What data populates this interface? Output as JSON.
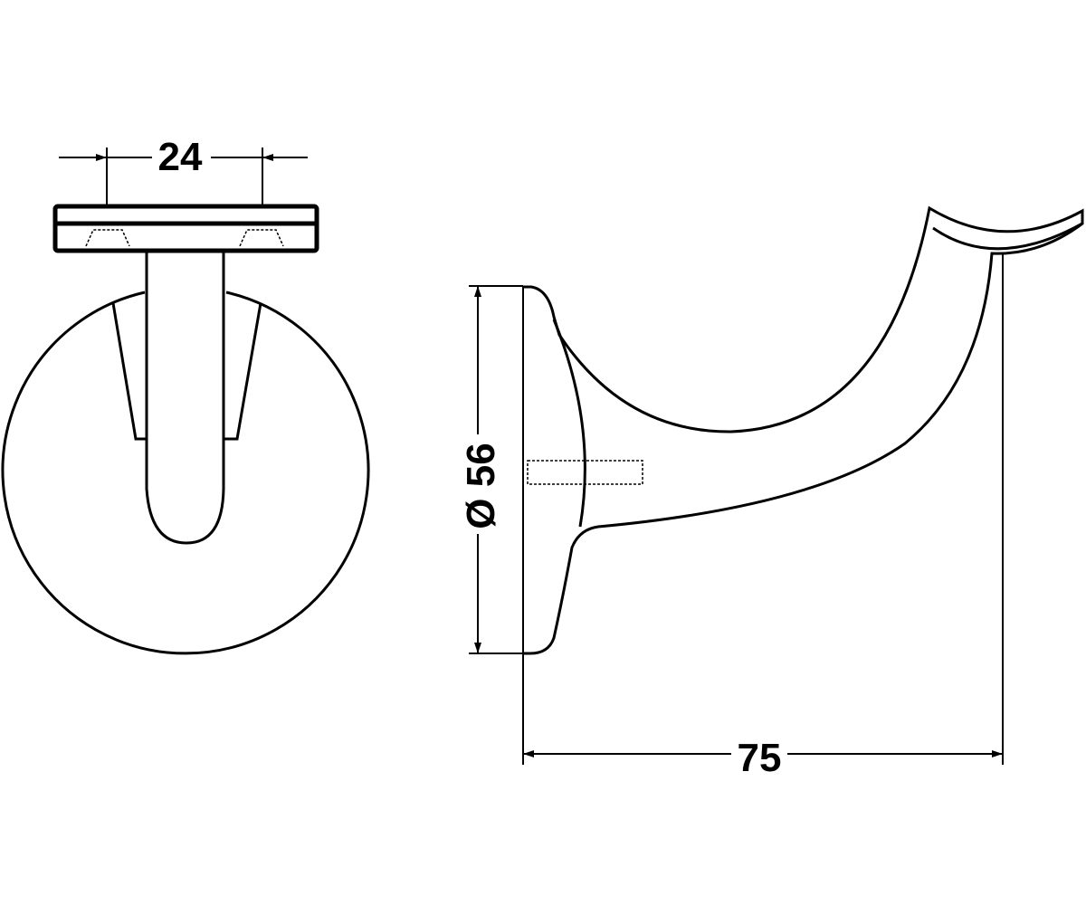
{
  "drawing": {
    "front_view": {
      "dimension_width": "24"
    },
    "side_view": {
      "dimension_diameter": "Ø 56",
      "dimension_projection": "75"
    }
  },
  "colors": {
    "line": "#000000",
    "background": "#ffffff"
  }
}
